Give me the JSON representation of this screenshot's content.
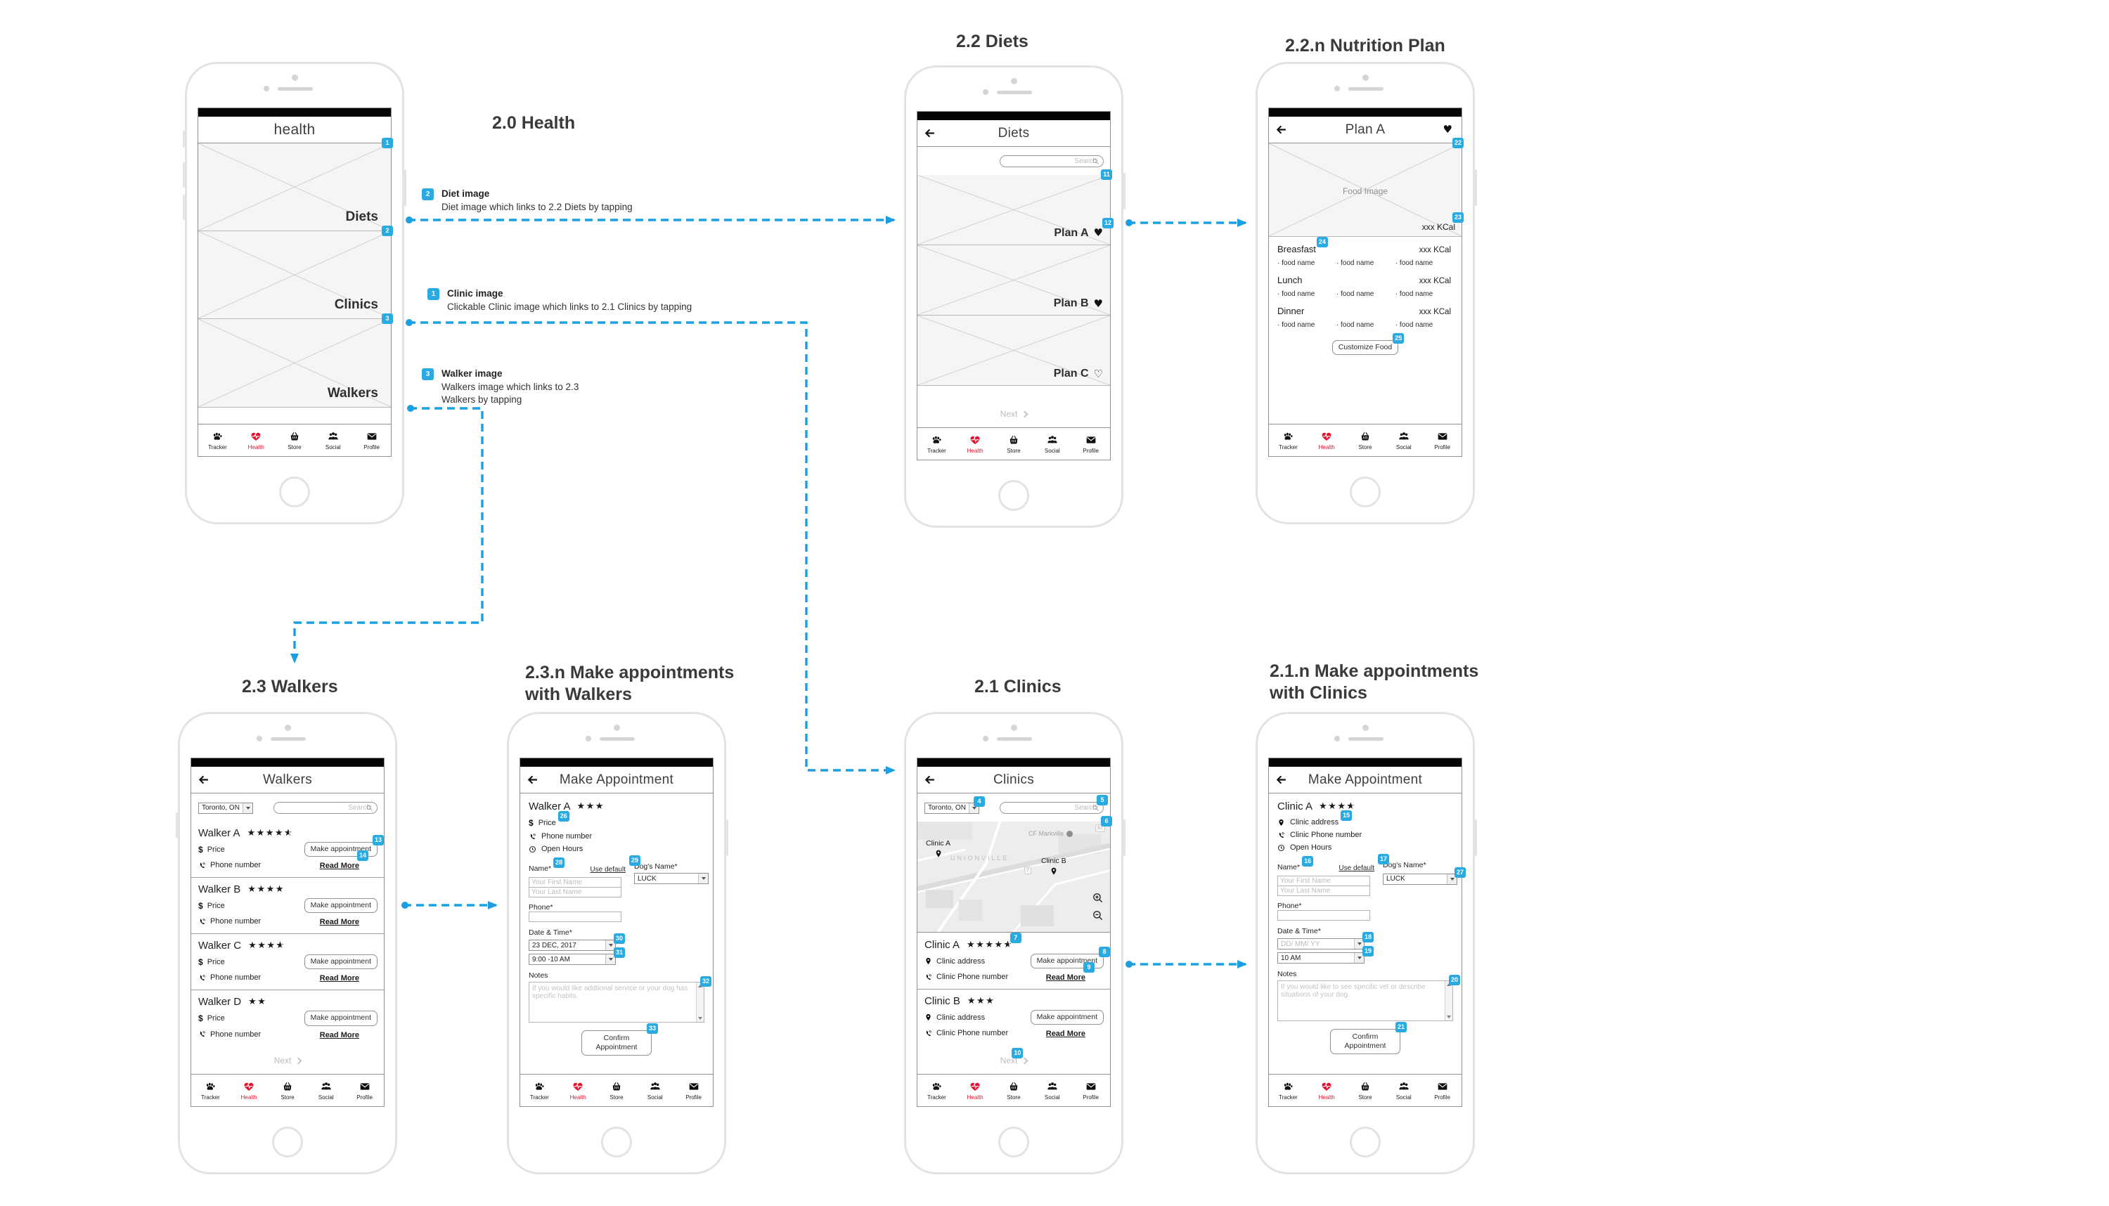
{
  "colors": {
    "accent": "#29abe2",
    "arrow": "#1b9fe0",
    "active_red": "#e8112d"
  },
  "icons": {
    "dollar": "$"
  },
  "nav": {
    "tracker": "Tracker",
    "health": "Health",
    "store": "Store",
    "social": "Social",
    "profile": "Profile"
  },
  "sections": {
    "health_title": "2.0 Health",
    "diets_title": "2.2 Diets",
    "nutrition_title": "2.2.n  Nutrition Plan",
    "walkers_title": "2.3 Walkers",
    "walkers_appt_title": "2.3.n Make appointments with Walkers",
    "clinics_title": "2.1 Clinics",
    "clinics_appt_title": "2.1.n Make appointments with Clinics"
  },
  "annotations": {
    "diet": {
      "badge": "2",
      "title": "Diet image",
      "desc": "Diet image which links to 2.2 Diets by tapping"
    },
    "clinic": {
      "badge": "1",
      "title": "Clinic image",
      "desc": "Clickable Clinic image which links to 2.1 Clinics by tapping"
    },
    "walker": {
      "badge": "3",
      "title": "Walker image",
      "desc": "Walkers image which links to 2.3 Walkers by tapping"
    }
  },
  "health": {
    "title": "health",
    "images": [
      {
        "label": "Diets",
        "badge": "1"
      },
      {
        "label": "Clinics",
        "badge": "2"
      },
      {
        "label": "Walkers",
        "badge": "3"
      }
    ]
  },
  "diets": {
    "title": "Diets",
    "search_placeholder": "Search",
    "image_badge": "11",
    "plans": [
      {
        "name": "Plan A",
        "heart": "filled",
        "badge": "12"
      },
      {
        "name": "Plan B",
        "heart": "filled"
      },
      {
        "name": "Plan C",
        "heart": "outline"
      }
    ],
    "next": "Next"
  },
  "nutrition": {
    "title": "Plan A",
    "header_heart": "filled",
    "image_label": "Food Image",
    "image_badge": "22",
    "total_kcal": "xxx KCal",
    "total_kcal_badge": "23",
    "meals": [
      {
        "name": "Breasfast",
        "badge": "24",
        "kcal": "xxx KCal",
        "foods": [
          "· food name",
          "· food name",
          "· food name"
        ]
      },
      {
        "name": "Lunch",
        "kcal": "xxx KCal",
        "foods": [
          "· food name",
          "· food name",
          "· food name"
        ]
      },
      {
        "name": "Dinner",
        "kcal": "xxx KCal",
        "foods": [
          "· food name",
          "· food name",
          "· food name"
        ]
      }
    ],
    "customize": "Customize Food",
    "customize_badge": "25"
  },
  "walkers": {
    "title": "Walkers",
    "city": "Toronto, ON",
    "search_placeholder": "Search",
    "price_label": "Price",
    "phone_label": "Phone number",
    "appointment_label": "Make appointment",
    "read_more_label": "Read More",
    "items": [
      {
        "name": "Walker A",
        "rating": 4.5,
        "appt_badge": "13",
        "read_badge": "14"
      },
      {
        "name": "Walker B",
        "rating": 4
      },
      {
        "name": "Walker C",
        "rating": 3.5
      },
      {
        "name": "Walker D",
        "rating": 2
      }
    ],
    "next": "Next"
  },
  "walker_appt": {
    "title": "Make Appointment",
    "provider": "Walker A",
    "rating": 3,
    "price": "Price",
    "price_badge": "26",
    "phone": "Phone number",
    "hours": "Open Hours",
    "form": {
      "name_label": "Name*",
      "name_badge": "28",
      "use_default": "Use default",
      "use_default_badge": "29",
      "dog_label": "Dog's Name*",
      "dog_value": "LUCK",
      "first_placeholder": "Your First Name",
      "last_placeholder": "Your Last Name",
      "phone_label": "Phone*",
      "datetime_label": "Date & Time*",
      "date_value": "23 DEC, 2017",
      "date_badge": "30",
      "time_value": "9:00 -10 AM",
      "time_badge": "31",
      "notes_label": "Notes",
      "notes_placeholder": "If you would like addtional service or your dog has specific habits.",
      "notes_badge": "32",
      "confirm": "Confirm Appointment",
      "confirm_badge": "33"
    }
  },
  "clinics": {
    "title": "Clinics",
    "city": "Toronto, ON",
    "city_badge": "4",
    "search_placeholder": "Search",
    "search_badge": "5",
    "map_badge": "6",
    "map": {
      "mall": "CF Markville",
      "area": "UNIONVILLE",
      "route_67": "67",
      "route_7": "7",
      "pin_a": "Clinic A",
      "pin_b": "Clinic B"
    },
    "address_label": "Clinic address",
    "phone_label": "Clinic Phone number",
    "appointment_label": "Make appointment",
    "read_more_label": "Read More",
    "items": [
      {
        "name": "Clinic A",
        "rating": 4.5,
        "rating_badge": "7",
        "appt_badge": "8",
        "read_badge": "9"
      },
      {
        "name": "Clinic B",
        "rating": 3
      }
    ],
    "next": "Next",
    "next_badge": "10"
  },
  "clinic_appt": {
    "title": "Make Appointment",
    "provider": "Clinic A",
    "rating": 3.5,
    "address": "Clinic address",
    "address_badge": "15",
    "phone": "Clinic Phone number",
    "hours": "Open Hours",
    "form": {
      "name_label": "Name*",
      "name_badge": "16",
      "use_default": "Use default",
      "use_default_badge": "17",
      "dog_label": "Dog's Name*",
      "dog_value": "LUCK",
      "dog_badge": "27",
      "first_placeholder": "Your First Name",
      "last_placeholder": "Your Last Name",
      "phone_label": "Phone*",
      "datetime_label": "Date & Time*",
      "date_value": "DD/ MM/ YY",
      "date_badge": "18",
      "time_value": "10 AM",
      "time_badge": "19",
      "notes_label": "Notes",
      "notes_placeholder": "If you would like to see specific vet or describe situations of your dog.",
      "notes_badge": "20",
      "confirm": "Confirm Appointment",
      "confirm_badge": "21"
    }
  }
}
